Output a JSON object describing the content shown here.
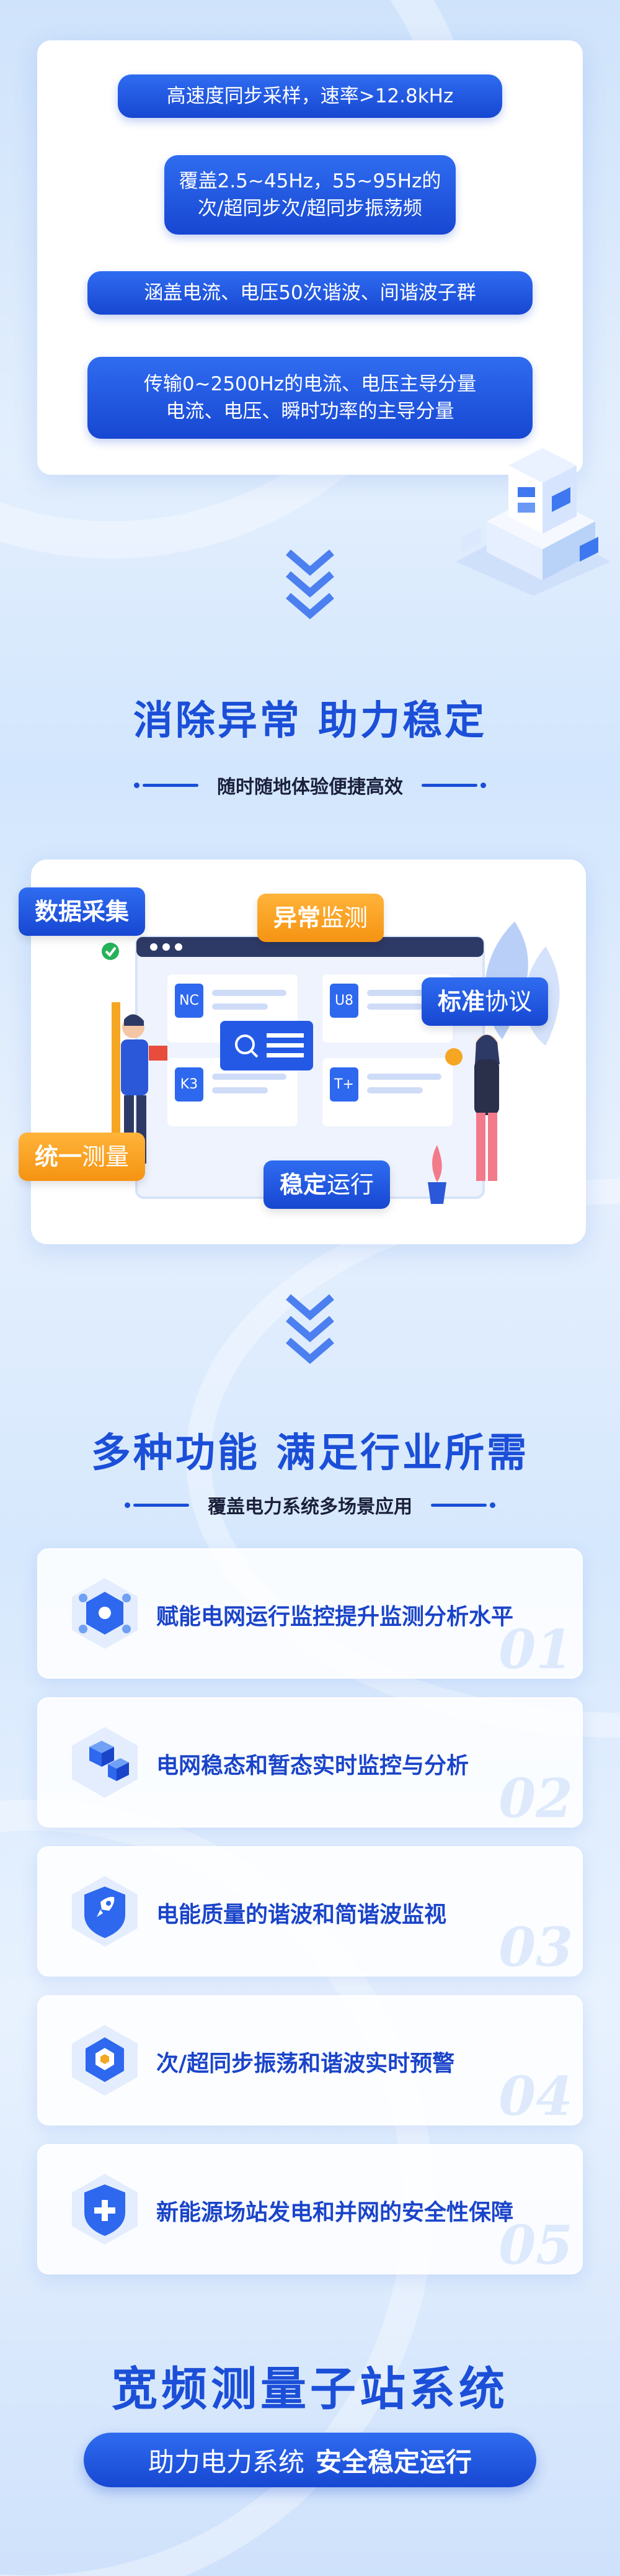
{
  "features": [
    {
      "lines": [
        "高速度同步采样，速率>12.8kHz"
      ]
    },
    {
      "lines": [
        "覆盖2.5~45Hz，55~95Hz的",
        "次/超同步次/超同步振荡频"
      ]
    },
    {
      "lines": [
        "涵盖电流、电压50次谐波、间谐波子群"
      ]
    },
    {
      "lines": [
        "传输0~2500Hz的电流、电压主导分量",
        "电流、电压、瞬时功率的主导分量"
      ]
    }
  ],
  "section2": {
    "title": "消除异常  助力稳定",
    "subtitle": "随时随地体验便捷高效",
    "tags": {
      "data_collect": "数据采集",
      "abnormal_a": "异常",
      "abnormal_b": "监测",
      "standard_a": "标准",
      "standard_b": "协议",
      "unified_a": "统一",
      "unified_b": "测量",
      "stable_a": "稳定",
      "stable_b": "运行"
    },
    "screen_labels": [
      "NC",
      "U8",
      "K3",
      "T+"
    ]
  },
  "section3": {
    "title": "多种功能  满足行业所需",
    "subtitle": "覆盖电力系统多场景应用",
    "items": [
      {
        "text": "赋能电网运行监控提升监测分析水平",
        "num": "01",
        "icon": "network-cube-icon"
      },
      {
        "text": "电网稳态和暂态实时监控与分析",
        "num": "02",
        "icon": "blocks-icon"
      },
      {
        "text": "电能质量的谐波和简谐波监视",
        "num": "03",
        "icon": "rocket-shield-icon"
      },
      {
        "text": "次/超同步振荡和谐波实时预警",
        "num": "04",
        "icon": "hexagon-box-icon"
      },
      {
        "text": "新能源场站发电和并网的安全性保障",
        "num": "05",
        "icon": "shield-plus-icon"
      }
    ]
  },
  "footer": {
    "title": "宽频测量子站系统",
    "pill_normal": "助力电力系统",
    "pill_bold": "安全稳定运行"
  },
  "colors": {
    "primary": "#1b4fd8",
    "accent": "#f59312",
    "bg": "#dceafd"
  }
}
